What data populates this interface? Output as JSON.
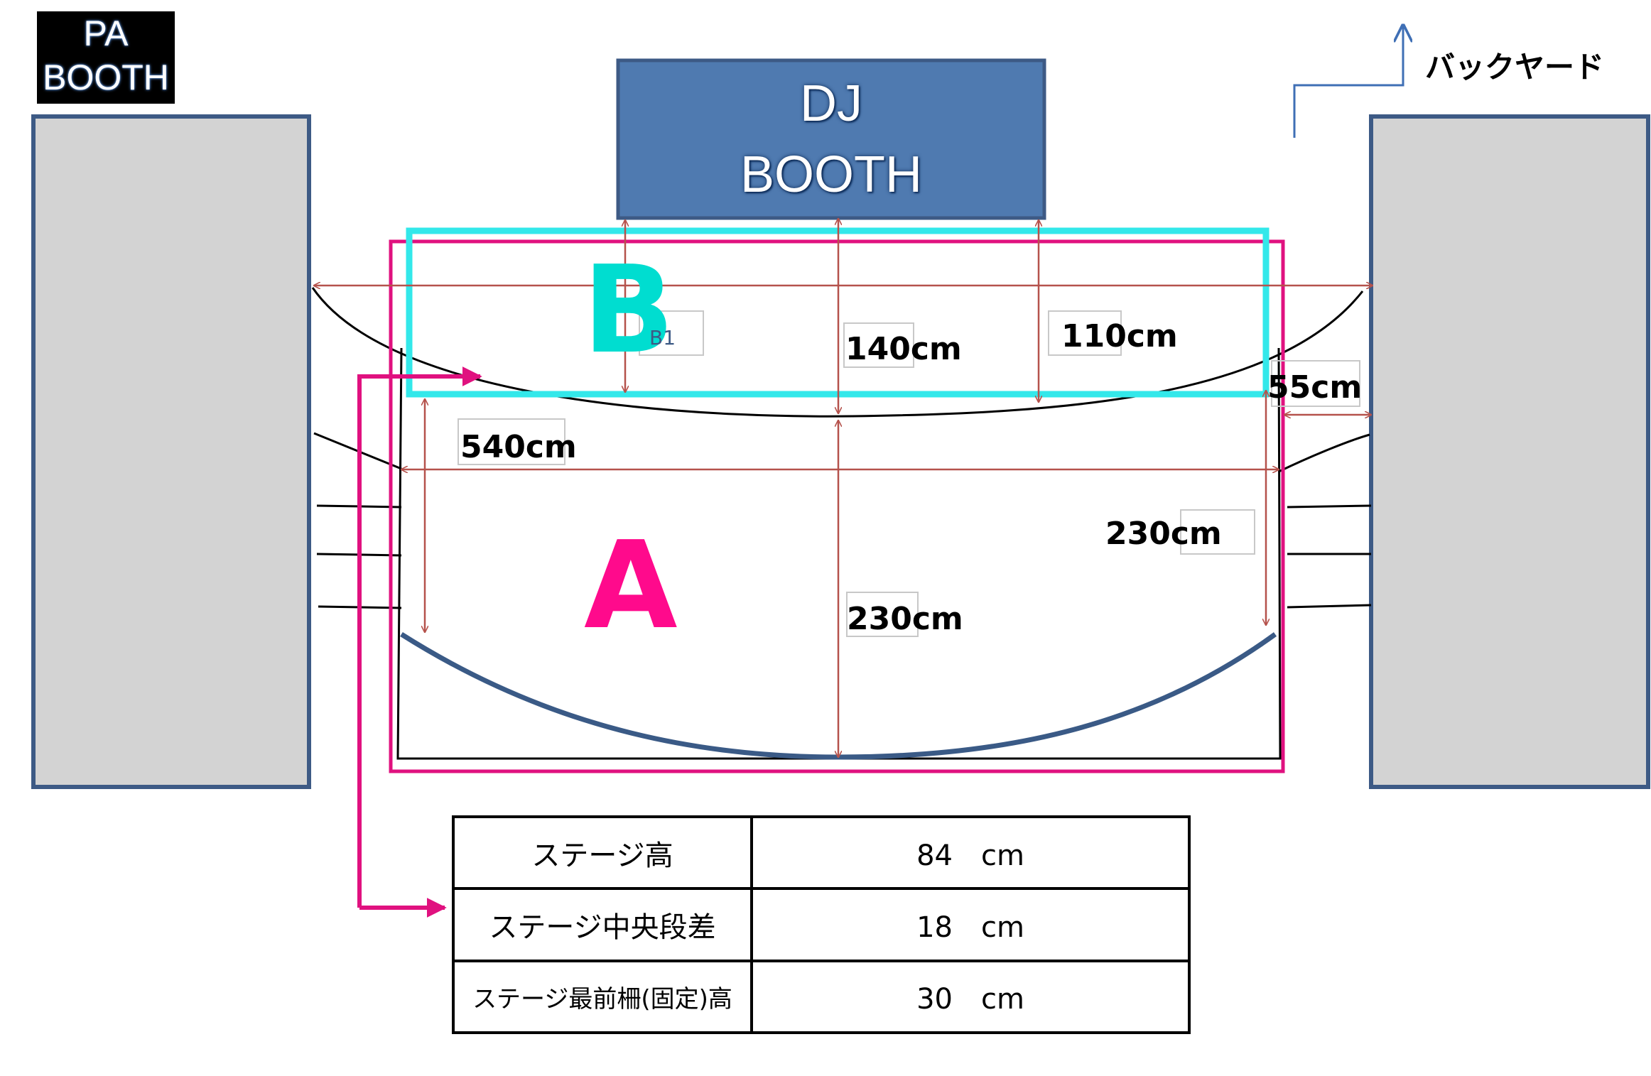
{
  "booths": {
    "pa_line1": "PA",
    "pa_line2": "BOOTH",
    "dj_line1": "DJ",
    "dj_line2": "BOOTH"
  },
  "backyard_label": "バックヤード",
  "zones": {
    "a": "A",
    "b": "B",
    "b1": "B1"
  },
  "measurements": {
    "width_540": "540cm",
    "depth_140": "140cm",
    "depth_110": "110cm",
    "gap_55": "55cm",
    "depth_230_center": "230cm",
    "depth_230_side": "230cm"
  },
  "specs": [
    {
      "label": "ステージ高",
      "value": "84　cm"
    },
    {
      "label": "ステージ中央段差",
      "value": "18　cm"
    },
    {
      "label": "ステージ最前柵(固定)高",
      "value": "30　cm"
    }
  ],
  "colors": {
    "booth_gray": "#d3d3d3",
    "booth_border": "#3d5a85",
    "dj_fill": "#4f7ab0",
    "zone_a": "#ff0a8c",
    "zone_b": "#00ddd0",
    "area_a_border": "#e0117f",
    "area_b_border": "#33e8ea",
    "dimension_arrow": "#b5524c",
    "stage_curve": "#3a5a86",
    "backyard_arrow": "#3f6fb5"
  }
}
